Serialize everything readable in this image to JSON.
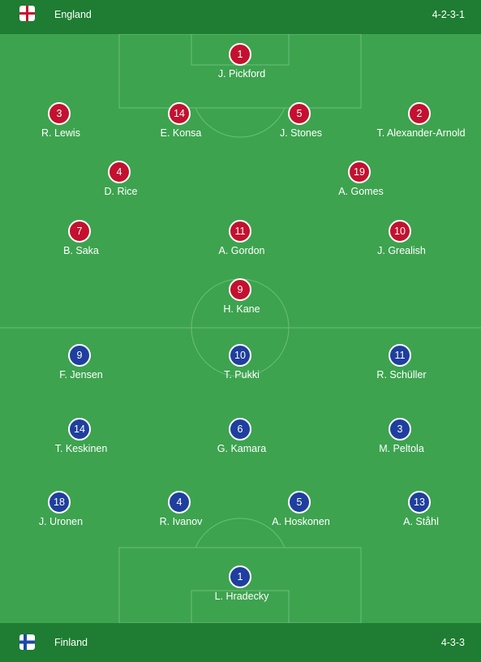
{
  "home": {
    "team": "England",
    "formation": "4-2-3-1",
    "flag_icon": "england-flag-icon",
    "color": "#c3112f",
    "players": [
      {
        "number": "1",
        "name": "J. Pickford"
      },
      {
        "number": "3",
        "name": "R. Lewis"
      },
      {
        "number": "14",
        "name": "E. Konsa"
      },
      {
        "number": "5",
        "name": "J. Stones"
      },
      {
        "number": "2",
        "name": "T. Alexander-Arnold"
      },
      {
        "number": "4",
        "name": "D. Rice"
      },
      {
        "number": "19",
        "name": "A. Gomes"
      },
      {
        "number": "7",
        "name": "B. Saka"
      },
      {
        "number": "11",
        "name": "A. Gordon"
      },
      {
        "number": "10",
        "name": "J. Grealish"
      },
      {
        "number": "9",
        "name": "H. Kane"
      }
    ]
  },
  "away": {
    "team": "Finland",
    "formation": "4-3-3",
    "flag_icon": "finland-flag-icon",
    "color": "#1f3f9e",
    "players": [
      {
        "number": "9",
        "name": "F. Jensen"
      },
      {
        "number": "10",
        "name": "T. Pukki"
      },
      {
        "number": "11",
        "name": "R. Schüller"
      },
      {
        "number": "14",
        "name": "T. Keskinen"
      },
      {
        "number": "6",
        "name": "G. Kamara"
      },
      {
        "number": "3",
        "name": "M. Peltola"
      },
      {
        "number": "18",
        "name": "J. Uronen"
      },
      {
        "number": "4",
        "name": "R. Ivanov"
      },
      {
        "number": "5",
        "name": "A. Hoskonen"
      },
      {
        "number": "13",
        "name": "A. Ståhl"
      },
      {
        "number": "1",
        "name": "L. Hradecky"
      }
    ]
  },
  "colors": {
    "pitch": "#3da34f",
    "bar": "#1e7d32"
  }
}
